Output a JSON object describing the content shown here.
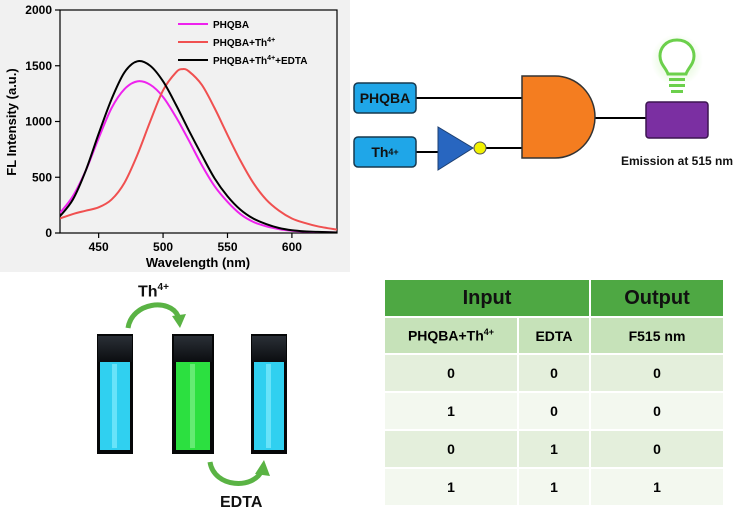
{
  "chart_data": {
    "type": "line",
    "xlabel": "Wavelength (nm)",
    "ylabel": "FL Intensity (a.u.)",
    "xlim": [
      420,
      635
    ],
    "ylim": [
      0,
      2000
    ],
    "xticks": [
      450,
      500,
      550,
      600
    ],
    "yticks": [
      0,
      500,
      1000,
      1500,
      2000
    ],
    "grid": false,
    "legend_position": "top-right",
    "series": [
      {
        "name": "PHQBA",
        "color": "#ee22ee",
        "x": [
          420,
          430,
          440,
          450,
          460,
          470,
          480,
          490,
          500,
          510,
          520,
          530,
          540,
          550,
          560,
          570,
          580,
          590,
          600,
          610,
          620,
          635
        ],
        "y": [
          180,
          330,
          560,
          850,
          1120,
          1290,
          1360,
          1330,
          1220,
          1040,
          830,
          610,
          420,
          280,
          170,
          100,
          60,
          35,
          20,
          12,
          8,
          5
        ]
      },
      {
        "name": "PHQBA+Th4+",
        "color": "#f05050",
        "x": [
          420,
          430,
          440,
          450,
          460,
          470,
          480,
          490,
          500,
          510,
          515,
          520,
          530,
          540,
          550,
          560,
          570,
          580,
          590,
          600,
          610,
          620,
          635
        ],
        "y": [
          130,
          170,
          200,
          230,
          300,
          450,
          700,
          1000,
          1280,
          1440,
          1470,
          1450,
          1330,
          1120,
          880,
          650,
          450,
          300,
          200,
          130,
          90,
          60,
          30
        ]
      },
      {
        "name": "PHQBA+Th4++EDTA",
        "color": "#000000",
        "x": [
          420,
          430,
          440,
          450,
          460,
          470,
          480,
          490,
          500,
          510,
          520,
          530,
          540,
          550,
          560,
          570,
          580,
          590,
          600,
          610,
          620,
          635
        ],
        "y": [
          150,
          300,
          560,
          890,
          1200,
          1440,
          1540,
          1500,
          1360,
          1150,
          920,
          700,
          490,
          330,
          210,
          130,
          80,
          45,
          25,
          15,
          10,
          5
        ]
      }
    ]
  },
  "chart_text": {
    "xlabel": "Wavelength (nm)",
    "ylabel": "FL Intensity (a.u.)",
    "xticks": [
      "450",
      "500",
      "550",
      "600"
    ],
    "yticks": [
      "0",
      "500",
      "1000",
      "1500",
      "2000"
    ],
    "legend": [
      "PHQBA",
      "PHQBA+Th",
      "PHQBA+Th",
      "+EDTA"
    ],
    "legend_sup": "4+"
  },
  "logic_gate": {
    "input1": "PHQBA",
    "input2": "Th",
    "input2_sup": "4+",
    "output_label": "Emission at 515 nm",
    "colors": {
      "input_box": "#1fa6e8",
      "not_gate": "#2866c0",
      "bubble": "#f2f200",
      "and_gate": "#f47d20",
      "output_box": "#7b2fa2",
      "bulb": "#7fd75a"
    }
  },
  "truth_table": {
    "header_input": "Input",
    "header_output": "Output",
    "sub1": "PHQBA+Th",
    "sub1_sup": "4+",
    "sub2": "EDTA",
    "sub3": "F515 nm",
    "rows": [
      [
        "0",
        "0",
        "0"
      ],
      [
        "1",
        "0",
        "0"
      ],
      [
        "0",
        "1",
        "0"
      ],
      [
        "1",
        "1",
        "1"
      ]
    ]
  },
  "vials": {
    "top_label": "Th",
    "top_label_sup": "4+",
    "bottom_label": "EDTA",
    "colors": [
      "#30d0f0",
      "#2ce040",
      "#30d0f0"
    ]
  }
}
